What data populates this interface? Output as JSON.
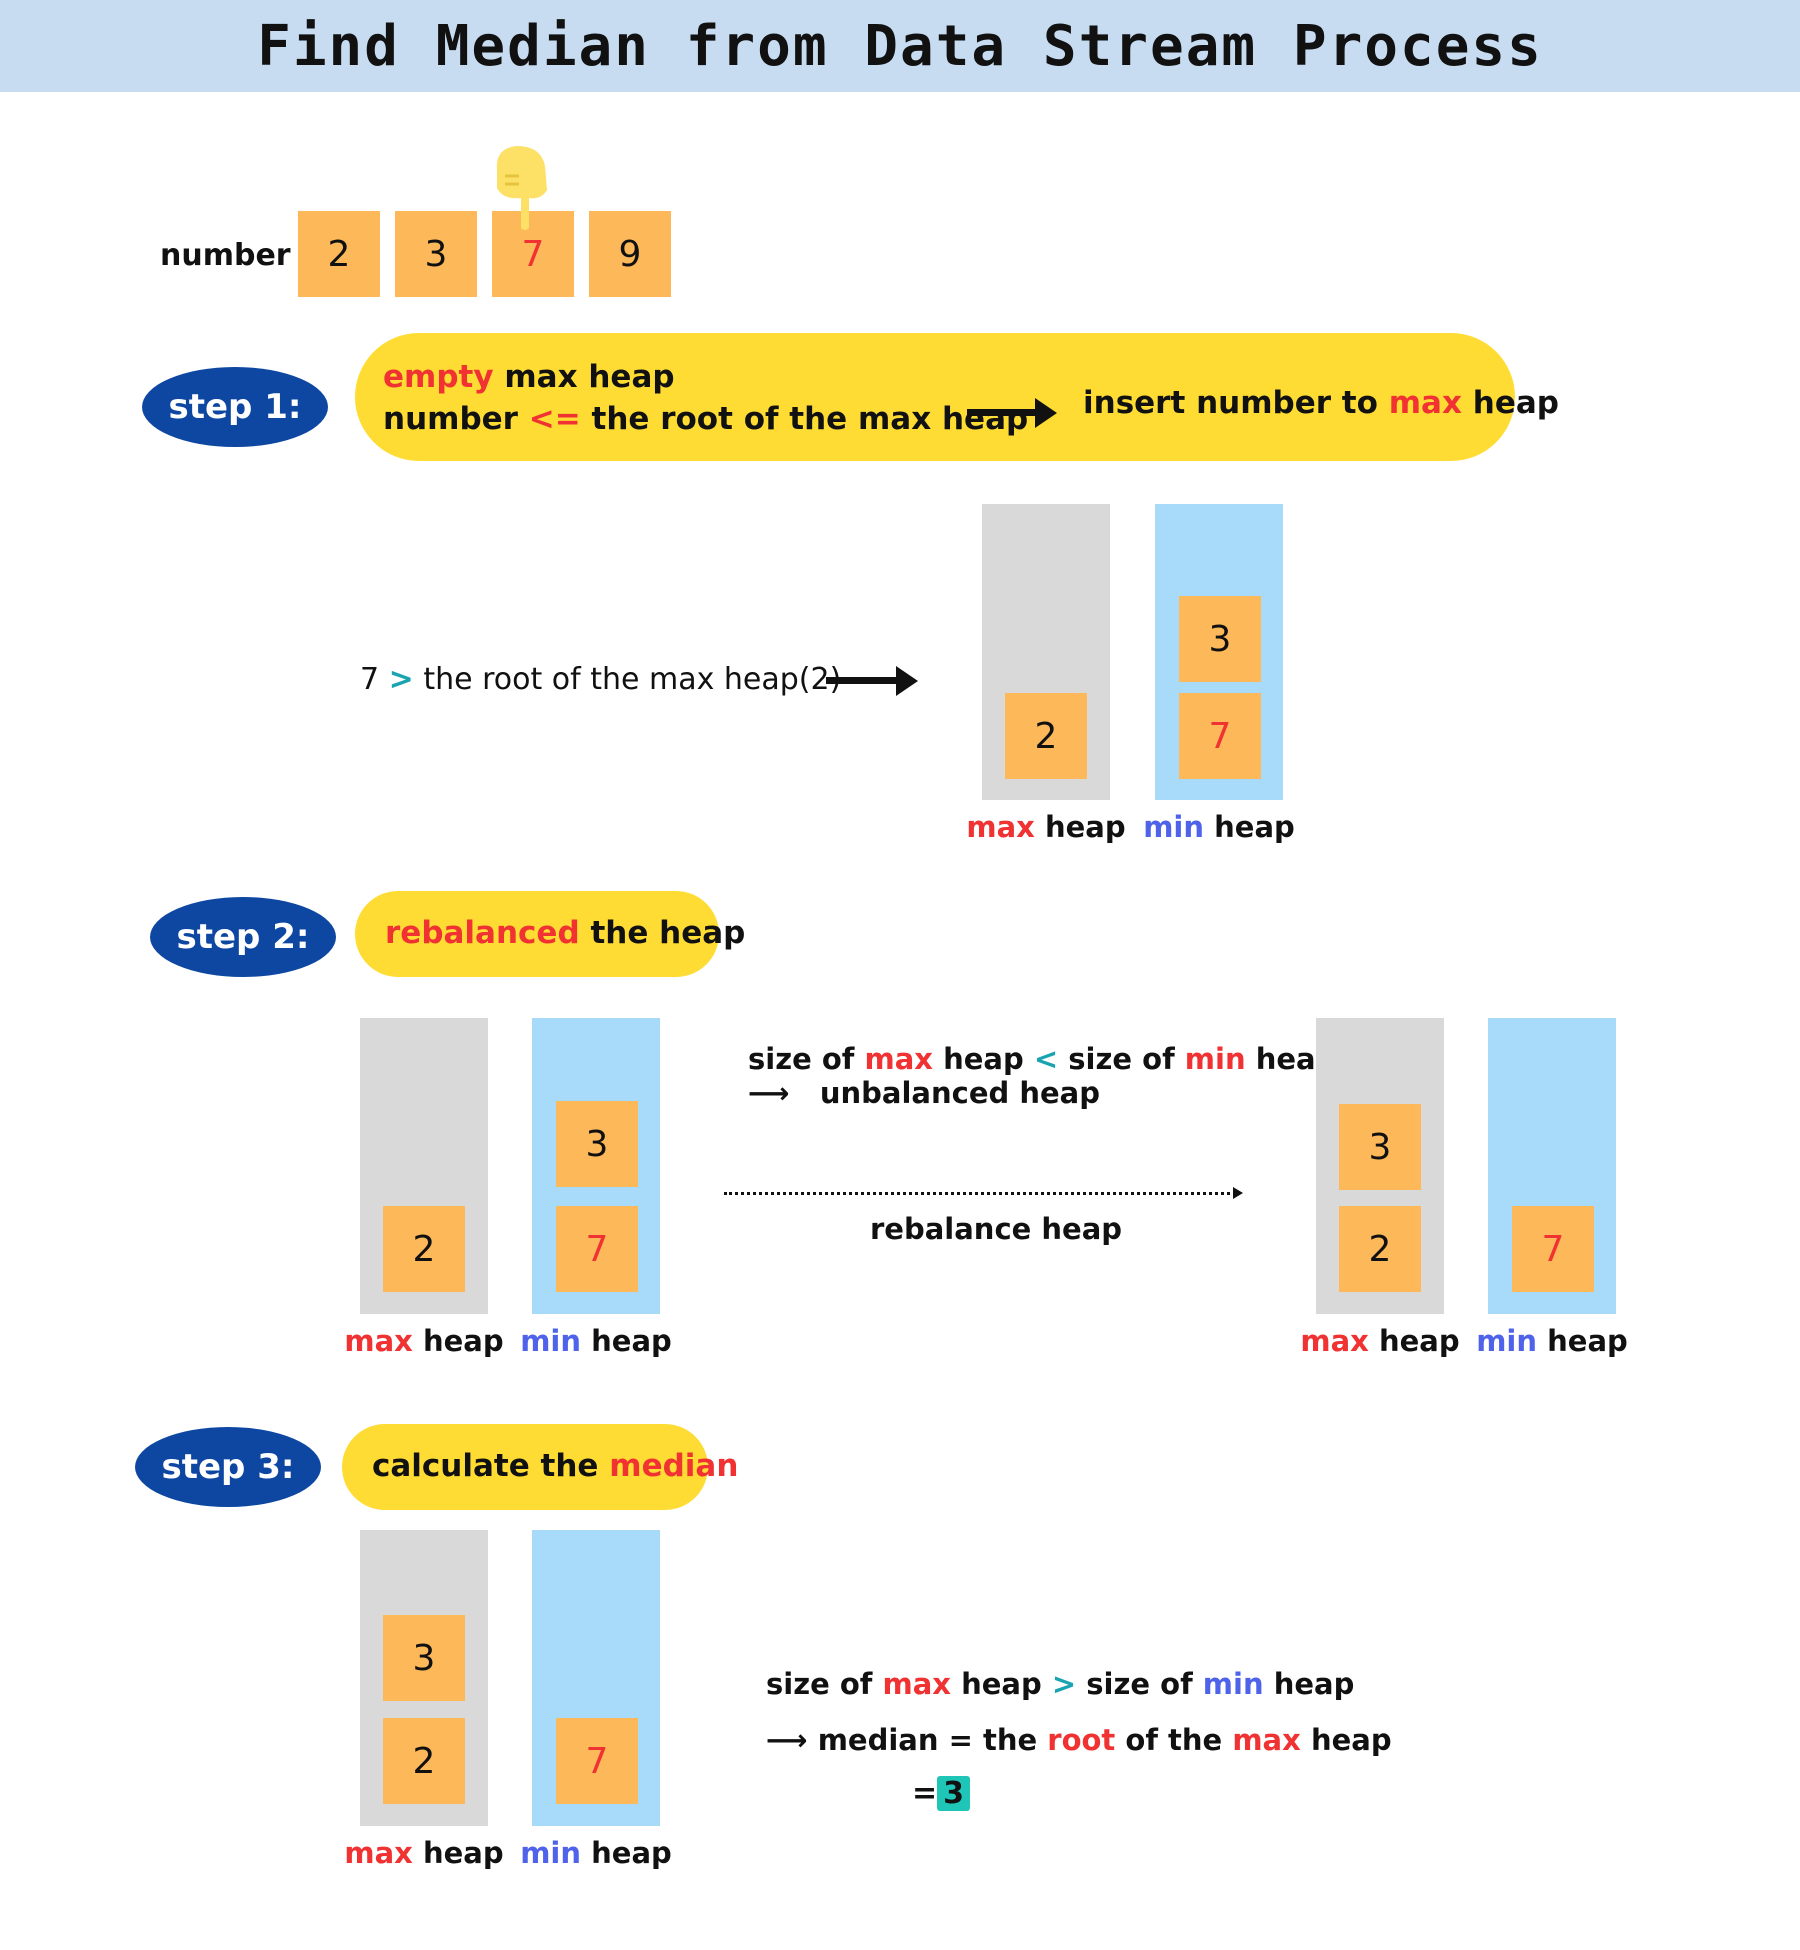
{
  "title": "Find Median from Data Stream Process",
  "numbers": {
    "label": "number",
    "values": [
      "2",
      "3",
      "7",
      "9"
    ],
    "highlighted_index": 2
  },
  "step1": {
    "badge": "step 1:",
    "cond_line1_a": "empty",
    "cond_line1_b": "max heap",
    "cond_line2_a": "number",
    "cond_line2_op": "<=",
    "cond_line2_b": "the root of the max heap",
    "result_a": "insert number to",
    "result_b": "max",
    "result_c": "heap",
    "compare_a": "7",
    "compare_op": ">",
    "compare_b": "the root of the max heap(2)",
    "max_heap": [
      "2"
    ],
    "min_heap": [
      "3",
      "7"
    ]
  },
  "step2": {
    "badge": "step 2:",
    "pill_a": "rebalanced",
    "pill_b": "the heap",
    "before_max": [
      "2"
    ],
    "before_min": [
      "3",
      "7"
    ],
    "note_a": "size of",
    "note_max": "max",
    "note_b": "heap",
    "note_op": "<",
    "note_c": "size of",
    "note_min": "min",
    "note_d": "heap",
    "note_arrow": "⟶",
    "note_result": "unbalanced heap",
    "action": "rebalance heap",
    "after_max": [
      "3",
      "2"
    ],
    "after_min": [
      "7"
    ]
  },
  "step3": {
    "badge": "step 3:",
    "pill_a": "calculate the",
    "pill_b": "median",
    "max_heap": [
      "3",
      "2"
    ],
    "min_heap": [
      "7"
    ],
    "line1_a": "size of",
    "line1_max": "max",
    "line1_b": "heap",
    "line1_op": ">",
    "line1_c": "size of",
    "line1_min": "min",
    "line1_d": "heap",
    "line2_arrow": "⟶",
    "line2_a": "median = the",
    "line2_root": "root",
    "line2_b": "of the",
    "line2_max": "max",
    "line2_c": "heap",
    "result_eq": "=",
    "result_val": "3"
  },
  "heap_labels": {
    "max": "max",
    "min": "min",
    "heap": "heap"
  },
  "colors": {
    "banner": "#c7dcf1",
    "box": "#fdb85a",
    "badge": "#0d47a1",
    "pill": "#fedc33",
    "max_heap_bg": "#d9d9d9",
    "min_heap_bg": "#a8dafa",
    "accent_red": "#f03232",
    "accent_blue": "#4e63ea",
    "accent_teal": "#1aa3b0",
    "pointer": "#fde066"
  },
  "icons": {
    "pointer": "pointing-hand-icon"
  }
}
